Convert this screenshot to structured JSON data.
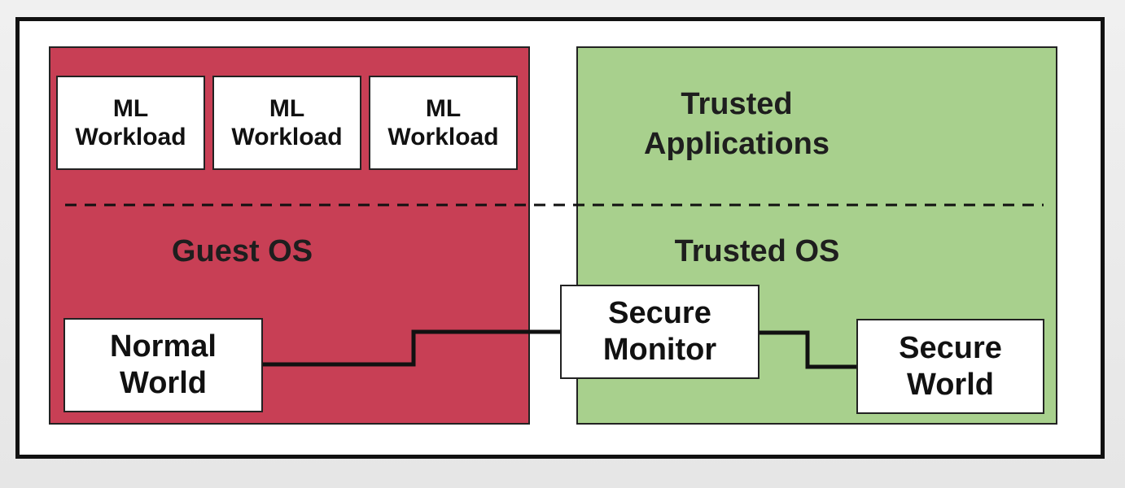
{
  "diagram": {
    "normal_side": {
      "workloads": [
        {
          "line1": "ML",
          "line2": "Workload"
        },
        {
          "line1": "ML",
          "line2": "Workload"
        },
        {
          "line1": "ML",
          "line2": "Workload"
        }
      ],
      "os_label": "Guest OS",
      "world": {
        "line1": "Normal",
        "line2": "World"
      },
      "color": "#c83f55"
    },
    "secure_side": {
      "apps": {
        "line1": "Trusted",
        "line2": "Applications"
      },
      "os_label": "Trusted OS",
      "world": {
        "line1": "Secure",
        "line2": "World"
      },
      "color": "#a8d08d"
    },
    "monitor": {
      "line1": "Secure",
      "line2": "Monitor"
    },
    "line_color": "#111111"
  }
}
